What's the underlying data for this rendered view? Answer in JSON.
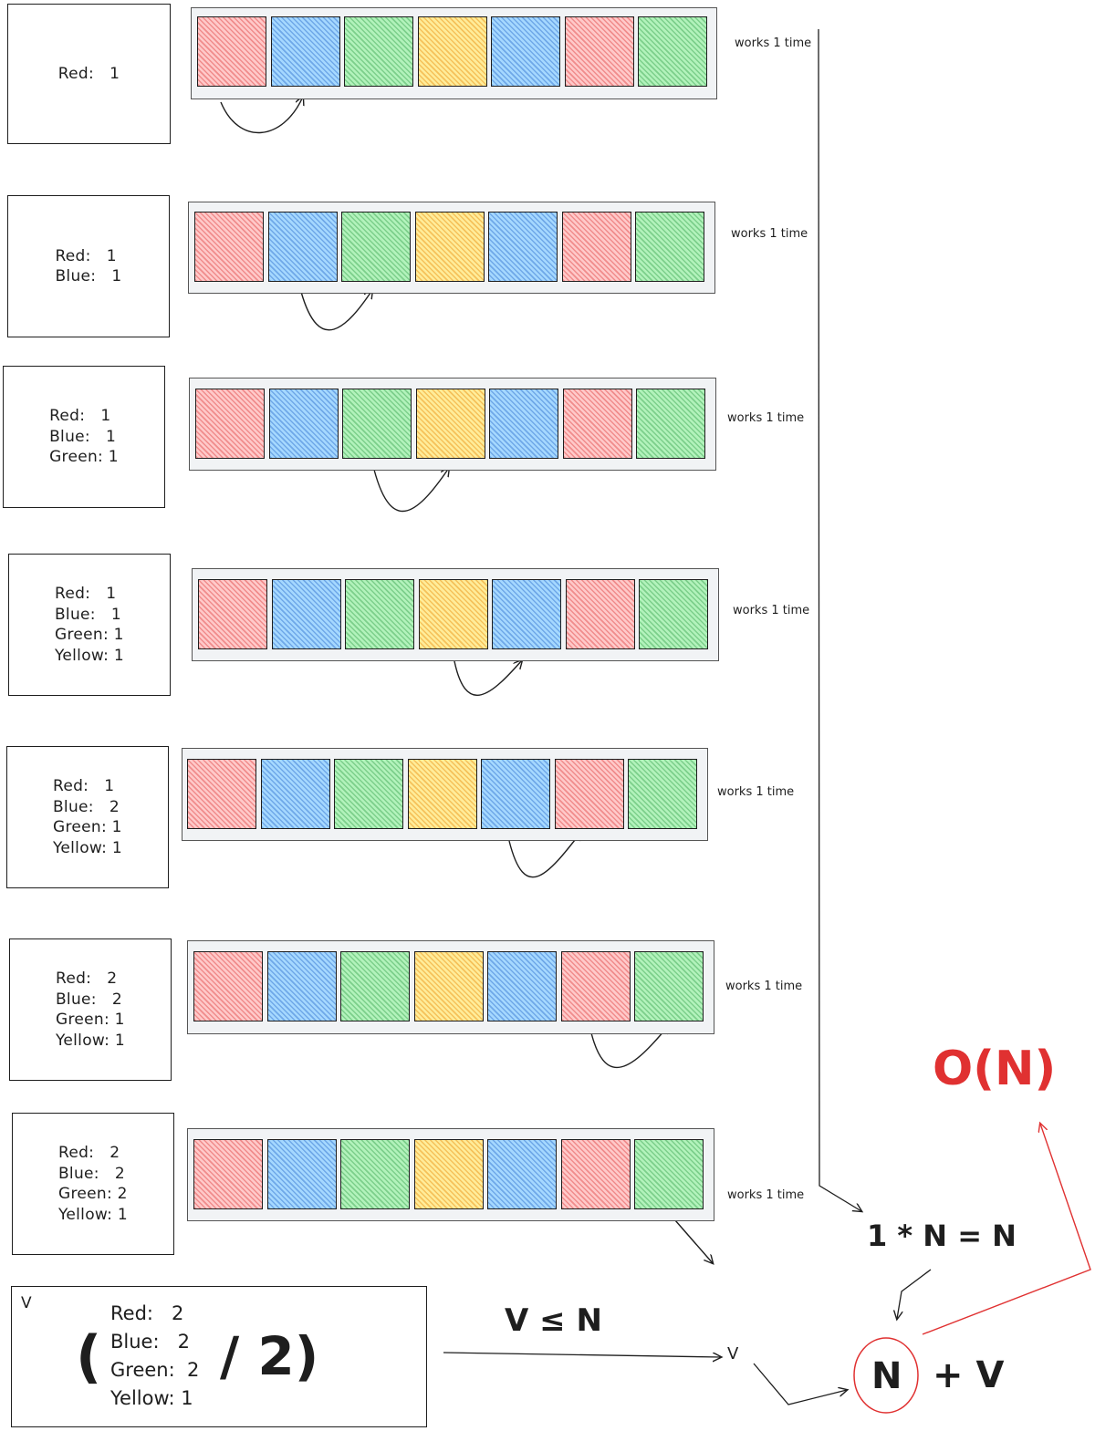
{
  "colors": {
    "red": "#ffc9c9",
    "blue": "#a5d8ff",
    "green": "#b2f2bb",
    "yellow": "#ffec99",
    "accent": "#e03131",
    "stroke": "#1e1e1e"
  },
  "array": [
    "red",
    "blue",
    "green",
    "yellow",
    "blue",
    "red",
    "green"
  ],
  "rows": [
    {
      "counts": [
        "Red:   1"
      ],
      "works": "works 1 time"
    },
    {
      "counts": [
        "Red:   1",
        "Blue:   1"
      ],
      "works": "works 1 time"
    },
    {
      "counts": [
        "Red:   1",
        "Blue:   1",
        "Green: 1"
      ],
      "works": "works 1 time"
    },
    {
      "counts": [
        "Red:   1",
        "Blue:   1",
        "Green: 1",
        "Yellow: 1"
      ],
      "works": "works 1 time"
    },
    {
      "counts": [
        "Red:   1",
        "Blue:   2",
        "Green: 1",
        "Yellow: 1"
      ],
      "works": "works 1 time"
    },
    {
      "counts": [
        "Red:   2",
        "Blue:   2",
        "Green: 1",
        "Yellow: 1"
      ],
      "works": "works 1 time"
    },
    {
      "counts": [
        "Red:   2",
        "Blue:   2",
        "Green: 2",
        "Yellow: 1"
      ],
      "works": "works 1 time"
    }
  ],
  "summary": {
    "v_label": "V",
    "open_paren": "(",
    "lines": [
      "Red:   2",
      "Blue:   2",
      "Green:  2",
      "Yellow: 1"
    ],
    "divide": "/ 2)"
  },
  "relation": "V ≤ N",
  "v_arrow_label": "V",
  "formula": "1 * N = N",
  "n_term": "N",
  "plus_v": "+ V",
  "big_o": "O(N)"
}
